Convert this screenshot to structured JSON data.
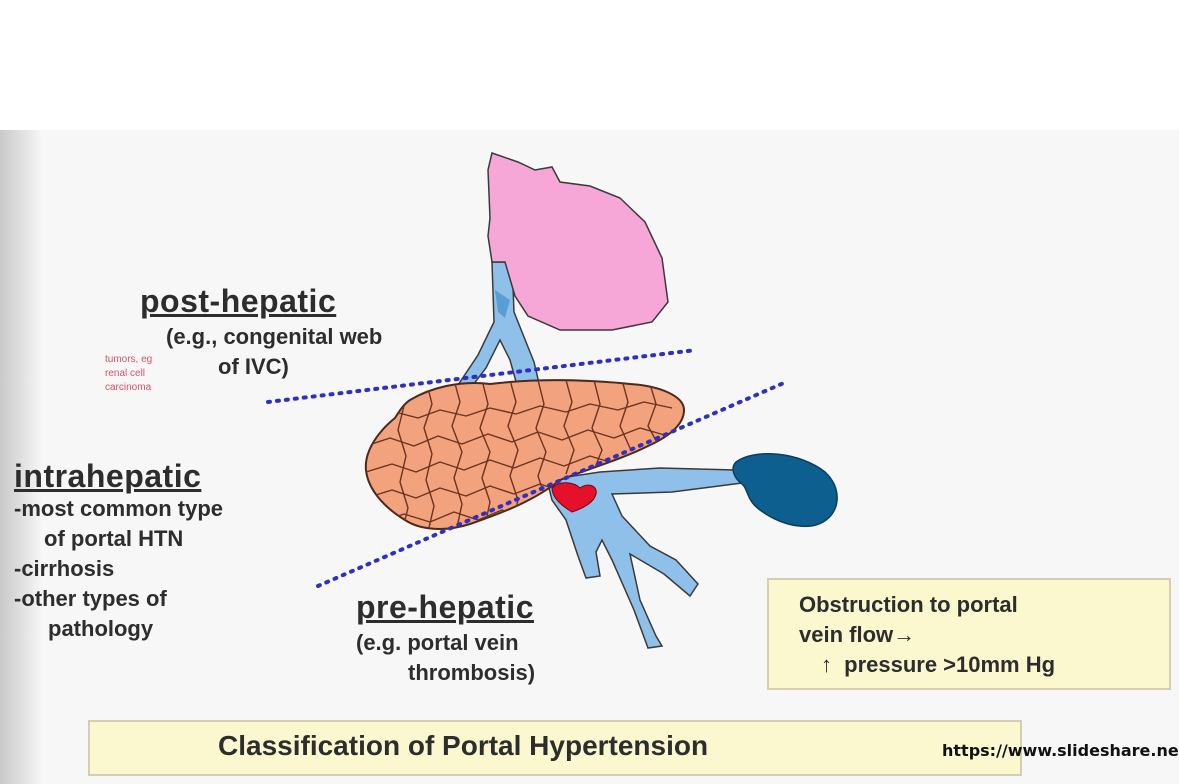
{
  "labels": {
    "post_hepatic": {
      "heading": "post-hepatic",
      "lines": [
        "(e.g., congenital web",
        "of IVC)"
      ]
    },
    "tumor_note": [
      "tumors, eg",
      "renal cell",
      "carcinoma"
    ],
    "intrahepatic": {
      "heading": "intrahepatic",
      "lines": [
        "-most common type",
        "of portal HTN",
        "-cirrhosis",
        "-other types of",
        "pathology"
      ]
    },
    "pre_hepatic": {
      "heading": "pre-hepatic",
      "lines": [
        "(e.g. portal vein",
        "thrombosis)"
      ]
    }
  },
  "note_box": {
    "line1": "Obstruction to portal",
    "line2": "vein flow→",
    "arrow": "↑",
    "line3": "pressure >10mm Hg"
  },
  "title": "Classification of Portal Hypertension",
  "source": "https://www.slideshare.net/",
  "colors": {
    "heart": "#f7a6d8",
    "vessel": "#8ec0ea",
    "liver": "#f2a27c",
    "spleen": "#0c5f8e",
    "thrombus": "#e5102a",
    "divider": "#2f2fc4",
    "box_fill": "#fbf7cf"
  }
}
